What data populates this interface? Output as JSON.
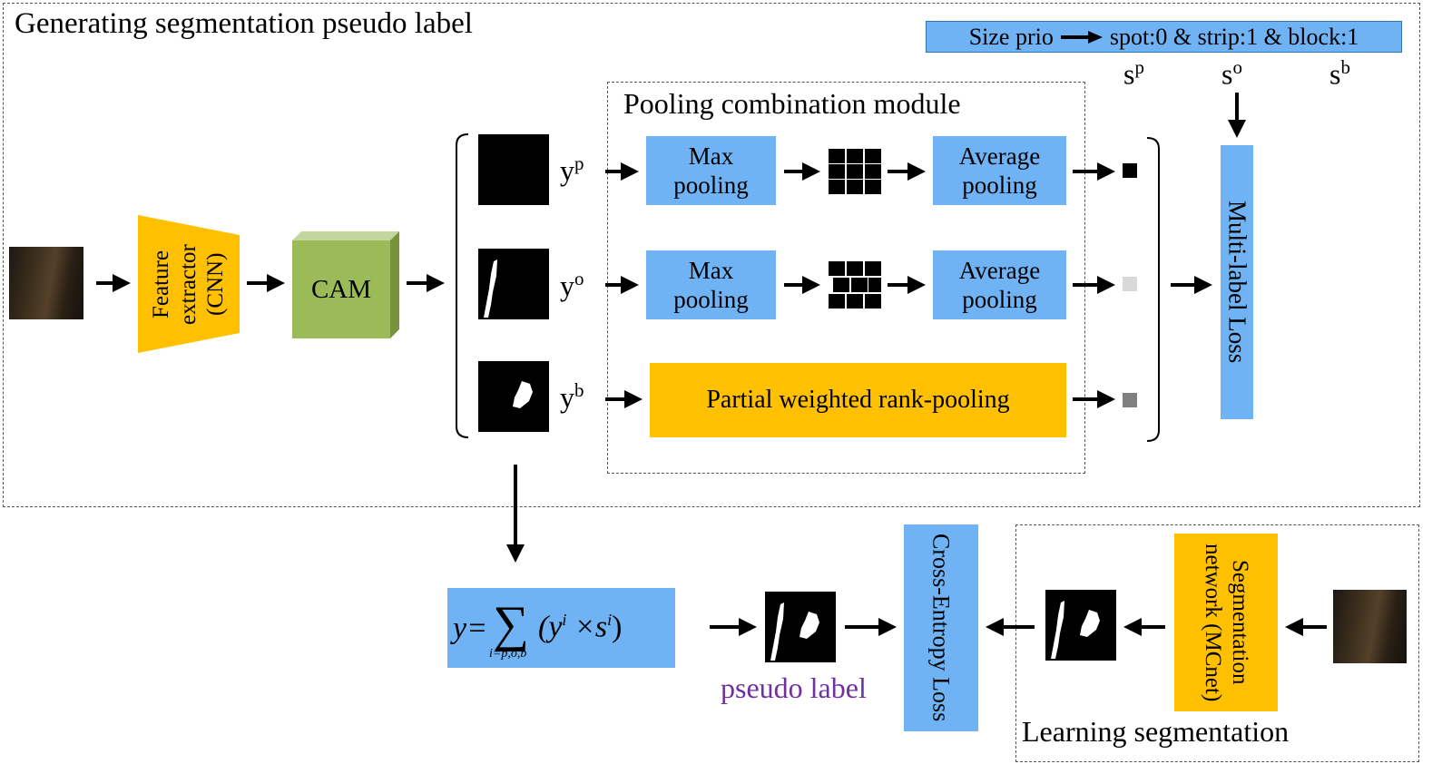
{
  "sections": {
    "generate_title": "Generating segmentation pseudo label",
    "pooling_title": "Pooling combination module",
    "learning_title": "Learning  segmentation"
  },
  "size_prior": {
    "label": "Size prio",
    "value": "spot:0 & strip:1 & block:1"
  },
  "priors": {
    "sp_base": "s",
    "sp_sup": "p",
    "so_base": "s",
    "so_sup": "o",
    "sb_base": "s",
    "sb_sup": "b"
  },
  "outputs": {
    "yp_base": "y",
    "yp_sup": "p",
    "yo_base": "y",
    "yo_sup": "o",
    "yb_base": "y",
    "yb_sup": "b"
  },
  "blocks": {
    "feature_extractor": "Feature extractor (CNN)",
    "cam": "CAM",
    "max_pooling": "Max pooling",
    "average_pooling": "Average pooling",
    "partial_weighted": "Partial weighted rank-pooling",
    "multi_label_loss": "Multi-label Loss",
    "cross_entropy_loss": "Cross-Entropy Loss",
    "segmentation_network": "Segmentation network (MCnet)"
  },
  "formula": {
    "lhs": "y=",
    "sigma": "∑",
    "body": "(y",
    "sup1": "i",
    "times": " ×s",
    "sup2": "i",
    "close": ")",
    "sub": "i=p,o,b"
  },
  "pseudo_label": "pseudo label",
  "colors": {
    "blue": "#6fb3f5",
    "orange": "#ffc000",
    "green": "#9bbb59",
    "pseudo_label_text": "#7030a0"
  }
}
